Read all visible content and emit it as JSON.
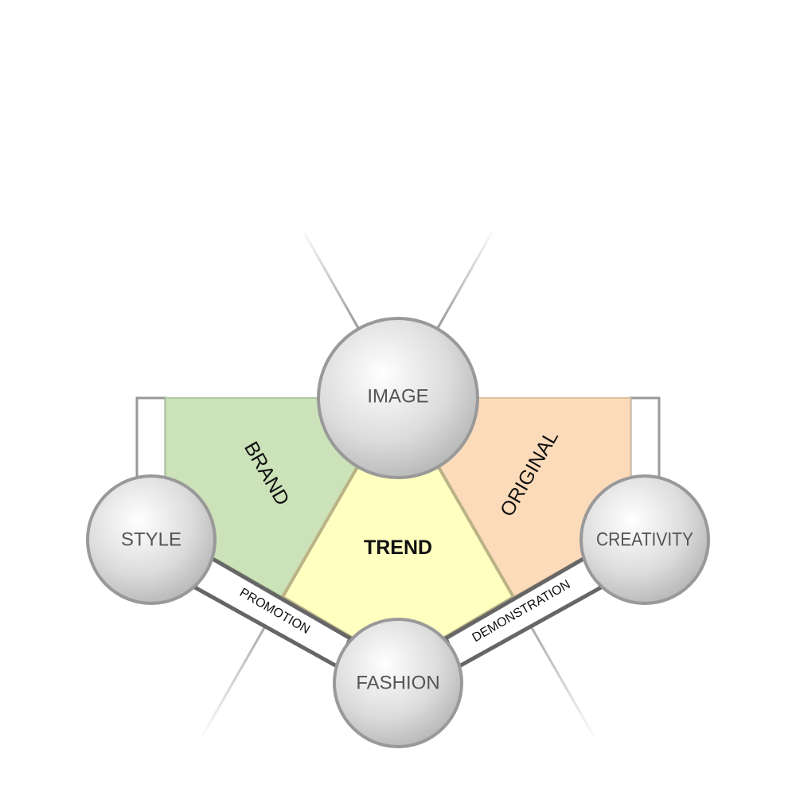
{
  "nodes": {
    "image": "IMAGE",
    "style": "STYLE",
    "creativity": "CREATIVITY",
    "fashion": "FASHION"
  },
  "regions": {
    "brand": "BRAND",
    "trend": "TREND",
    "original": "ORIGINAL"
  },
  "connectors": {
    "promotion": "PROMOTION",
    "demonstration": "DEMONSTRATION"
  },
  "colors": {
    "brand": "#cce2b8",
    "trend": "#ffffc0",
    "original": "#fcdbbb",
    "node_fill": "#d9d9d9",
    "node_stroke": "#999999",
    "band_stroke": "#666666"
  }
}
